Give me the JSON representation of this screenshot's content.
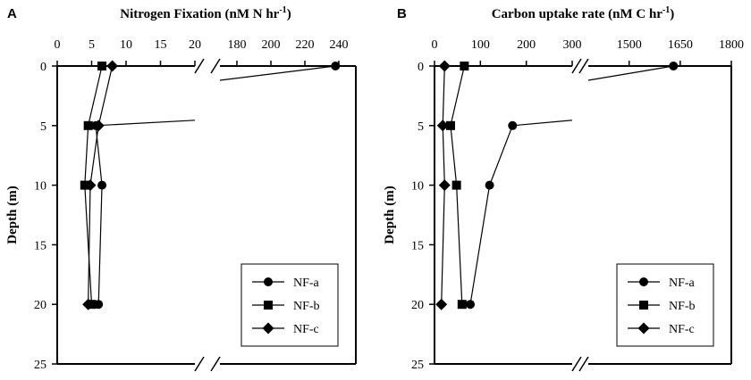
{
  "chart_data": [
    {
      "type": "line",
      "panel_label": "A",
      "title": "Nitrogen Fixation (nM N hr",
      "title_sup": "-1",
      "title_end": ")",
      "ylabel": "Depth (m)",
      "xlabel": "",
      "y_inverted": true,
      "ylim": [
        0,
        25
      ],
      "y_ticks": [
        0,
        5,
        10,
        15,
        20,
        25
      ],
      "x_broken": true,
      "x_segments": [
        {
          "range": [
            0,
            20
          ],
          "ticks": [
            0,
            5,
            10,
            15,
            20
          ]
        },
        {
          "range": [
            170,
            250
          ],
          "ticks": [
            180,
            200,
            220,
            240
          ]
        }
      ],
      "legend_position": "bottom-right",
      "series": [
        {
          "name": "NF-a",
          "marker": "circle",
          "points": [
            {
              "x": 238,
              "y": 0
            },
            {
              "x": 5.6,
              "y": 5
            },
            {
              "x": 6.5,
              "y": 10
            },
            {
              "x": 6.0,
              "y": 20
            }
          ]
        },
        {
          "name": "NF-b",
          "marker": "square",
          "points": [
            {
              "x": 6.5,
              "y": 0
            },
            {
              "x": 4.5,
              "y": 5
            },
            {
              "x": 4.0,
              "y": 10
            },
            {
              "x": 5.0,
              "y": 20
            }
          ]
        },
        {
          "name": "NF-c",
          "marker": "diamond",
          "points": [
            {
              "x": 8.0,
              "y": 0
            },
            {
              "x": 6.0,
              "y": 5
            },
            {
              "x": 4.8,
              "y": 10
            },
            {
              "x": 4.5,
              "y": 20
            }
          ]
        }
      ]
    },
    {
      "type": "line",
      "panel_label": "B",
      "title": "Carbon uptake rate (nM C hr",
      "title_sup": "-1",
      "title_end": ")",
      "ylabel": "Depth (m)",
      "xlabel": "",
      "y_inverted": true,
      "ylim": [
        0,
        25
      ],
      "y_ticks": [
        0,
        5,
        10,
        15,
        20,
        25
      ],
      "x_broken": true,
      "x_segments": [
        {
          "range": [
            0,
            300
          ],
          "ticks": [
            0,
            100,
            200,
            300
          ]
        },
        {
          "range": [
            1380,
            1800
          ],
          "ticks": [
            1500,
            1650,
            1800
          ]
        }
      ],
      "legend_position": "bottom-right",
      "series": [
        {
          "name": "NF-a",
          "marker": "circle",
          "points": [
            {
              "x": 1630,
              "y": 0
            },
            {
              "x": 170,
              "y": 5
            },
            {
              "x": 120,
              "y": 10
            },
            {
              "x": 78,
              "y": 20
            }
          ]
        },
        {
          "name": "NF-b",
          "marker": "square",
          "points": [
            {
              "x": 65,
              "y": 0
            },
            {
              "x": 35,
              "y": 5
            },
            {
              "x": 48,
              "y": 10
            },
            {
              "x": 60,
              "y": 20
            }
          ]
        },
        {
          "name": "NF-c",
          "marker": "diamond",
          "points": [
            {
              "x": 22,
              "y": 0
            },
            {
              "x": 18,
              "y": 5
            },
            {
              "x": 22,
              "y": 10
            },
            {
              "x": 15,
              "y": 20
            }
          ]
        }
      ]
    }
  ]
}
